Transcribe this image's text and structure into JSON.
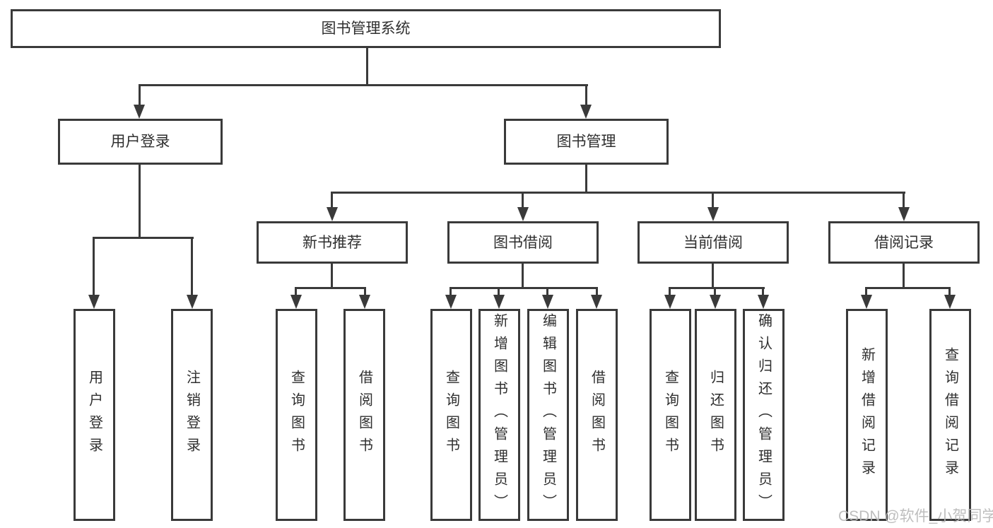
{
  "diagram": {
    "type": "tree",
    "title": "图书管理系统",
    "tree": {
      "label": "图书管理系统",
      "children": [
        {
          "label": "用户登录",
          "children": [
            {
              "label": "用户登录"
            },
            {
              "label": "注销登录"
            }
          ]
        },
        {
          "label": "图书管理",
          "children": [
            {
              "label": "新书推荐",
              "children": [
                {
                  "label": "查询图书"
                },
                {
                  "label": "借阅图书"
                }
              ]
            },
            {
              "label": "图书借阅",
              "children": [
                {
                  "label": "查询图书"
                },
                {
                  "label": "新增图书（管理员）"
                },
                {
                  "label": "编辑图书（管理员）"
                },
                {
                  "label": "借阅图书"
                }
              ]
            },
            {
              "label": "当前借阅",
              "children": [
                {
                  "label": "查询图书"
                },
                {
                  "label": "归还图书"
                },
                {
                  "label": "确认归还（管理员）"
                }
              ]
            },
            {
              "label": "借阅记录",
              "children": [
                {
                  "label": "新增借阅记录"
                },
                {
                  "label": "查询借阅记录"
                }
              ]
            }
          ]
        }
      ]
    }
  },
  "colors": {
    "line": "#3a3a3a",
    "box_border": "#3a3a3a",
    "text": "#2f2f2f",
    "watermark": "#b9b9b9",
    "background": "#ffffff"
  },
  "watermark": {
    "text": "CSDN @软件_小贺同学"
  }
}
